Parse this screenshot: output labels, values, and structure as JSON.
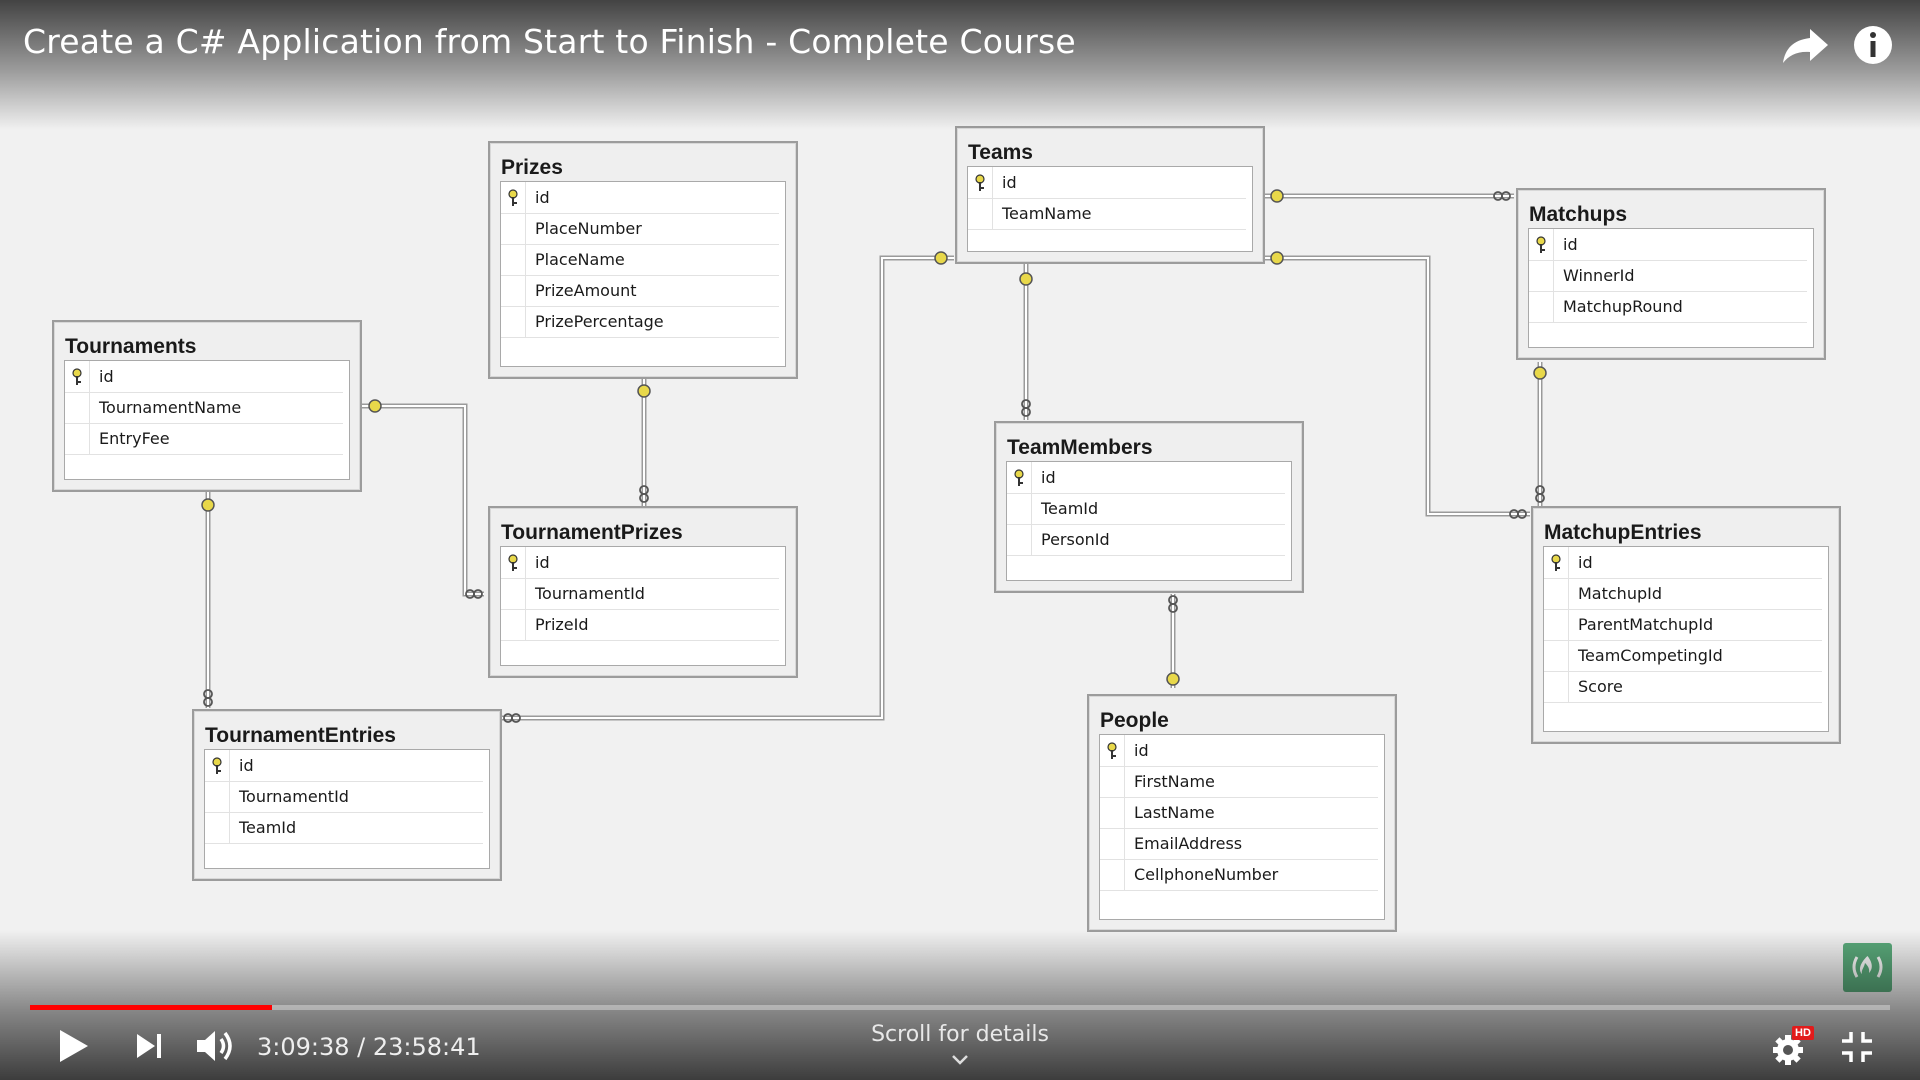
{
  "video": {
    "title": "Create a C# Application from Start to Finish - Complete Course",
    "current_time": "3:09:38",
    "duration": "23:58:41",
    "time_display": "3:09:38 / 23:58:41",
    "progress": 0.13,
    "scroll_hint": "Scroll for details",
    "quality_badge": "HD"
  },
  "diagram": {
    "tables": [
      {
        "name": "Prizes",
        "columns": [
          "id",
          "PlaceNumber",
          "PlaceName",
          "PrizeAmount",
          "PrizePercentage"
        ],
        "key_column": "id"
      },
      {
        "name": "Teams",
        "columns": [
          "id",
          "TeamName"
        ],
        "key_column": "id"
      },
      {
        "name": "Matchups",
        "columns": [
          "id",
          "WinnerId",
          "MatchupRound"
        ],
        "key_column": "id"
      },
      {
        "name": "Tournaments",
        "columns": [
          "id",
          "TournamentName",
          "EntryFee"
        ],
        "key_column": "id"
      },
      {
        "name": "TournamentPrizes",
        "columns": [
          "id",
          "TournamentId",
          "PrizeId"
        ],
        "key_column": "id"
      },
      {
        "name": "TeamMembers",
        "columns": [
          "id",
          "TeamId",
          "PersonId"
        ],
        "key_column": "id"
      },
      {
        "name": "MatchupEntries",
        "columns": [
          "id",
          "MatchupId",
          "ParentMatchupId",
          "TeamCompetingId",
          "Score"
        ],
        "key_column": "id"
      },
      {
        "name": "TournamentEntries",
        "columns": [
          "id",
          "TournamentId",
          "TeamId"
        ],
        "key_column": "id"
      },
      {
        "name": "People",
        "columns": [
          "id",
          "FirstName",
          "LastName",
          "EmailAddress",
          "CellphoneNumber"
        ],
        "key_column": "id"
      }
    ],
    "relationships": [
      {
        "from": "Tournaments",
        "to": "TournamentPrizes"
      },
      {
        "from": "Prizes",
        "to": "TournamentPrizes"
      },
      {
        "from": "Tournaments",
        "to": "TournamentEntries"
      },
      {
        "from": "Teams",
        "to": "TournamentEntries"
      },
      {
        "from": "Teams",
        "to": "TeamMembers"
      },
      {
        "from": "People",
        "to": "TeamMembers"
      },
      {
        "from": "Teams",
        "to": "Matchups"
      },
      {
        "from": "Teams",
        "to": "MatchupEntries"
      },
      {
        "from": "Matchups",
        "to": "MatchupEntries"
      }
    ]
  },
  "colors": {
    "progress": "#ff0000",
    "key": "#e8d84a",
    "connector": "#9a9a9a",
    "watermark": "#4aa36f"
  },
  "icons": {
    "share": "share-arrow-icon",
    "info": "info-icon",
    "play": "play-icon",
    "next": "next-icon",
    "volume": "volume-icon",
    "settings": "settings-gear-icon",
    "fullscreen": "exit-fullscreen-icon",
    "key": "primary-key-icon",
    "watermark": "channel-logo-icon"
  }
}
